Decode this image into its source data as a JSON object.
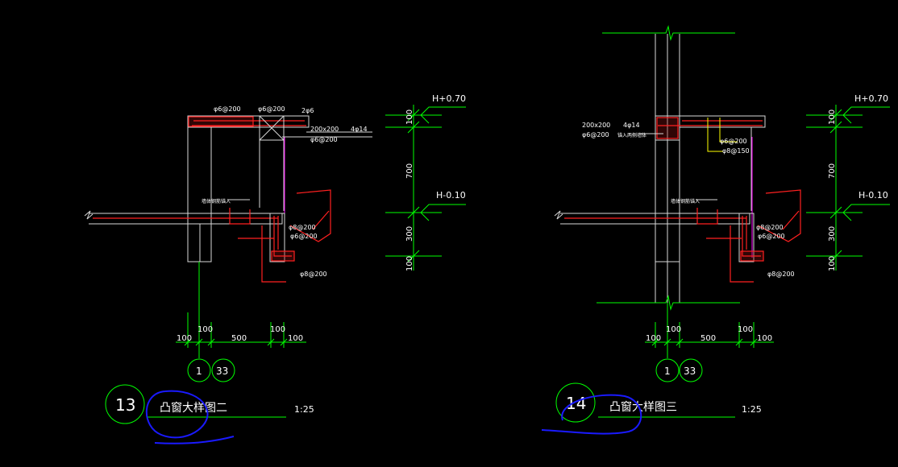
{
  "colors": {
    "background": "#000000",
    "dim_line": "#00ff00",
    "rebar": "#ff2020",
    "outline": "#d8d8d8",
    "glass": "#ff00ff",
    "leader": "#ffff00",
    "markup": "#1a1aff"
  },
  "left_detail": {
    "number": "13",
    "title": "凸窗大样图二",
    "scale": "1:25",
    "axis_a": "1",
    "axis_b": "33",
    "level_top": "H+0.70",
    "level_mid": "H-0.10",
    "vert_dims": [
      "100",
      "700",
      "300",
      "100"
    ],
    "horiz_dims": [
      "100",
      "100",
      "500",
      "100",
      "100"
    ],
    "rebar_labels": {
      "top_1": "φ6@200",
      "top_2": "φ6@200",
      "top_3": "2φ6",
      "beam_size": "200x200",
      "beam_bars": "4φ14",
      "beam_stirrup": "φ6@200",
      "note": "墙体钢筋锚入",
      "slab_1": "φ8@200",
      "slab_2": "φ6@200",
      "bottom": "φ8@200"
    }
  },
  "right_detail": {
    "number": "14",
    "title": "凸窗大样图三",
    "scale": "1:25",
    "axis_a": "1",
    "axis_b": "33",
    "level_top": "H+0.70",
    "level_mid": "H-0.10",
    "vert_dims": [
      "100",
      "700",
      "300",
      "100"
    ],
    "horiz_dims": [
      "100",
      "100",
      "500",
      "100",
      "100"
    ],
    "rebar_labels": {
      "beam_size": "200x200",
      "beam_bars": "4φ14",
      "beam_stirrup": "φ6@200",
      "beam_note": "锚入两侧墙体",
      "top_1": "φ6@200",
      "top_2": "φ8@150",
      "note": "墙体钢筋锚入",
      "slab_1": "φ8@200",
      "slab_2": "φ6@200",
      "bottom": "φ8@200"
    }
  }
}
